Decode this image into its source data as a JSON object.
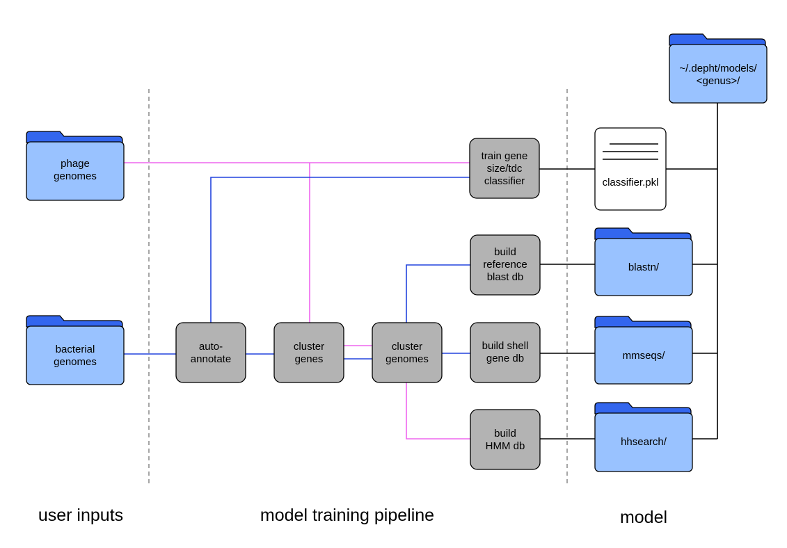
{
  "colors": {
    "folder_body": "#99c2ff",
    "folder_tab": "#3366ee",
    "process_box": "#b3b3b3",
    "magenta_line": "#ee66ee",
    "blue_line": "#2244dd",
    "black_line": "#000000",
    "divider": "#888888"
  },
  "folders": {
    "phage": [
      "phage",
      "genomes"
    ],
    "bacterial": [
      "bacterial",
      "genomes"
    ],
    "models": [
      "~/.depht/models/",
      "<genus>/"
    ],
    "blastn": [
      "blastn/"
    ],
    "mmseqs": [
      "mmseqs/"
    ],
    "hhsearch": [
      "hhsearch/"
    ]
  },
  "processes": {
    "auto_annotate": [
      "auto-",
      "annotate"
    ],
    "cluster_genes": [
      "cluster",
      "genes"
    ],
    "cluster_genomes": [
      "cluster",
      "genomes"
    ],
    "train_classifier": [
      "train gene",
      "size/tdc",
      "classifier"
    ],
    "build_blast": [
      "build",
      "reference",
      "blast db"
    ],
    "build_shell": [
      "build shell",
      "gene db"
    ],
    "build_hmm": [
      "build",
      "HMM db"
    ]
  },
  "file": {
    "classifier": "classifier.pkl"
  },
  "sections": {
    "inputs": "user inputs",
    "pipeline": "model training pipeline",
    "model": "model"
  }
}
